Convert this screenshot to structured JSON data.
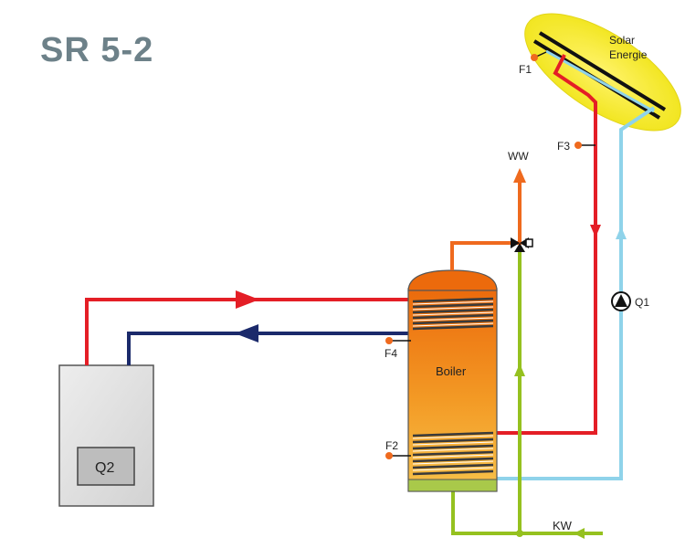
{
  "title": "SR 5-2",
  "labels": {
    "solar_line1": "Solar",
    "solar_line2": "Energie",
    "f1": "F1",
    "f2": "F2",
    "f3": "F3",
    "f4": "F4",
    "ww": "WW",
    "kw": "KW",
    "q1": "Q1",
    "q2": "Q2",
    "boiler": "Boiler"
  },
  "colors": {
    "hot_line": "#e41e26",
    "return_line": "#1b2a6b",
    "solar_return": "#8fd3ea",
    "cold_water": "#95c11f",
    "warm_water": "#ef6a1e",
    "sensor": "#ef6a1e",
    "collector_glow": "#f5ef2a",
    "boiler_top": "#ee7a10",
    "boiler_bottom": "#f5b23a",
    "heater_body": "#e3e3e3"
  }
}
